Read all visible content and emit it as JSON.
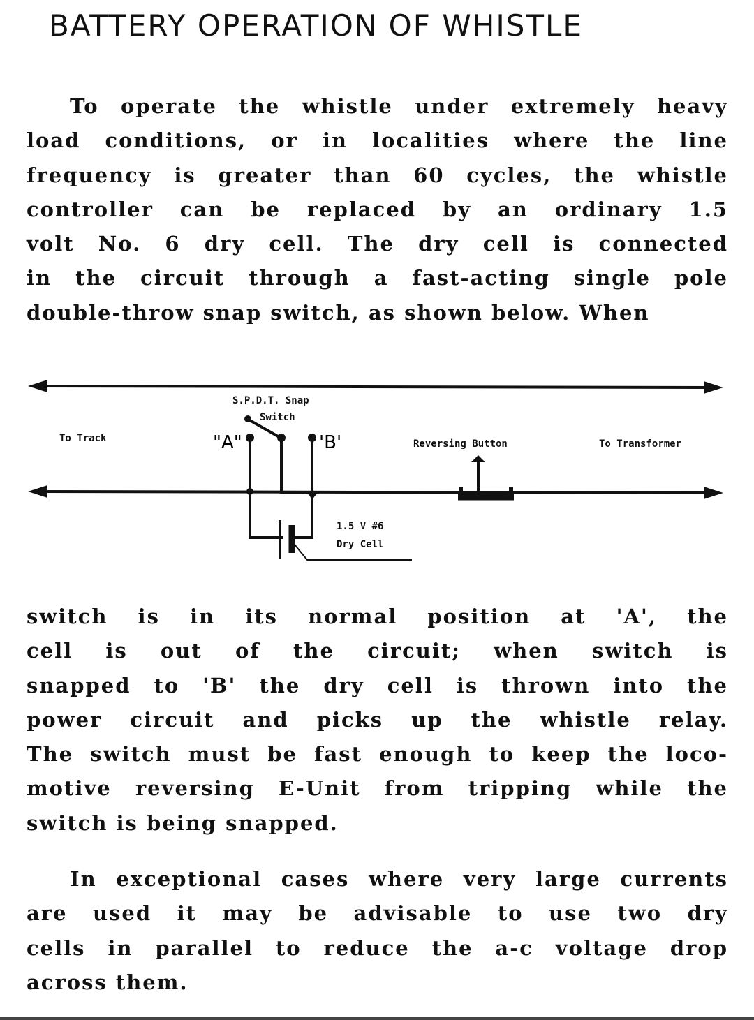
{
  "title": "BATTERY OPERATION OF WHISTLE",
  "paragraphs": [
    [
      "To operate the whistle under extremely heavy",
      "load conditions, or in localities where the line",
      "frequency is greater than 60 cycles, the whistle",
      "controller can be replaced by an ordinary 1.5",
      "volt No. 6 dry cell. The dry cell is connected",
      "in the circuit through a fast-acting single pole",
      "double-throw snap switch, as shown below. When"
    ],
    [
      "switch is in its normal position at 'A', the",
      "cell is out of the circuit; when switch is",
      "snapped to 'B' the dry cell is thrown into the",
      "power circuit and picks up the whistle relay.",
      "The switch must be fast enough to keep the loco-",
      "motive reversing E-Unit from tripping while the",
      "switch is being snapped."
    ],
    [
      "In exceptional cases where very large currents",
      "are used it may be advisable to use two dry",
      "cells in parallel to reduce the a-c voltage drop",
      "across them."
    ]
  ],
  "diagram": {
    "switch_label_1": "S.P.D.T. Snap",
    "switch_label_2": "Switch",
    "to_track": "To Track",
    "point_a": "\"A\"",
    "point_b": "'B'",
    "reversing_button": "Reversing Button",
    "to_transformer": "To Transformer",
    "cell_label_1": "1.5 V #6",
    "cell_label_2": "Dry Cell"
  }
}
